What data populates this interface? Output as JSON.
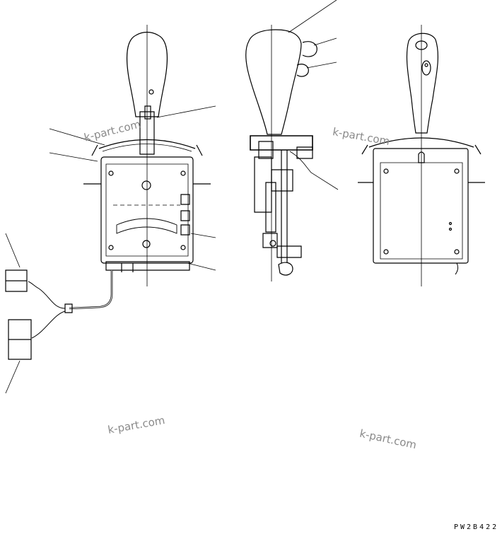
{
  "watermarks": [
    "k-part.com",
    "k-part.com",
    "k-part.com",
    "k-part.com"
  ],
  "drawing_code": "PW2B422",
  "colors": {
    "line": "#000000",
    "background": "#ffffff",
    "watermark": "#8a8a8a"
  }
}
